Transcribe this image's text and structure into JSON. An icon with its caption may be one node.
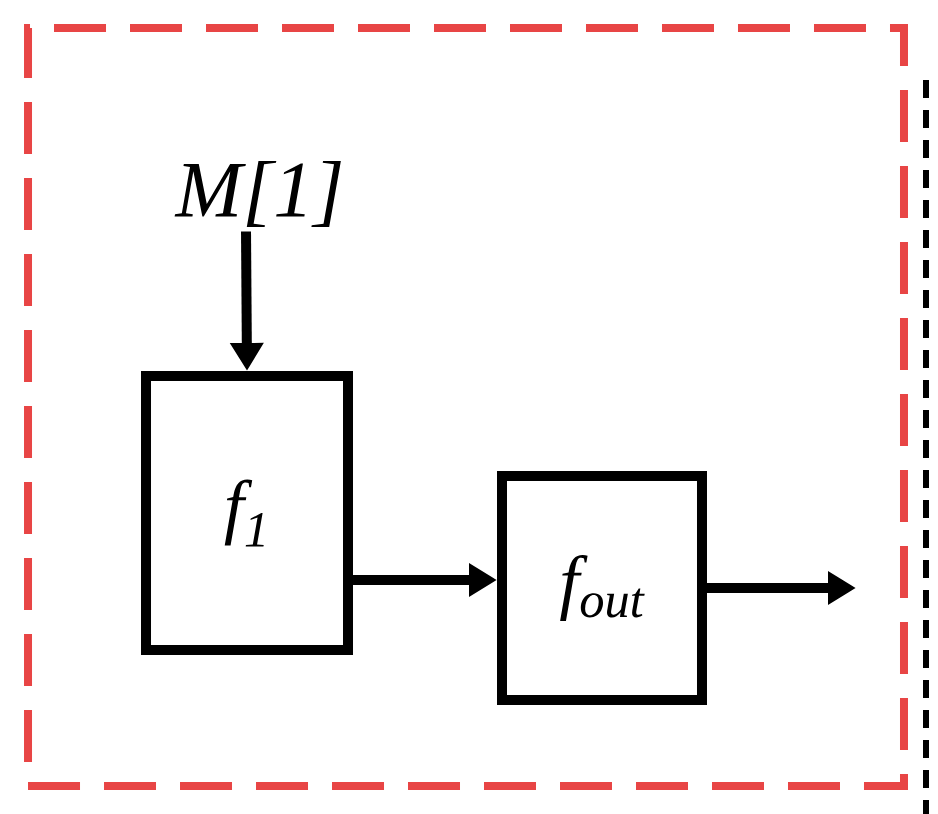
{
  "diagram": {
    "nodes": [
      {
        "text": [],
        "shape": "box"
      },
      {
        "text": [
          "M[1]"
        ],
        "in": 0
      },
      {
        "text": [
          "f$_{1}$"
        ],
        "in": 0
      },
      {
        "text": [
          "f$_{out}$"
        ],
        "in": 0
      }
    ],
    "edges": [
      {
        "from": 1,
        "to": 2,
        "arrow": "to"
      },
      {
        "from": 2,
        "to": 3,
        "arrow": "to"
      },
      {
        "from": 3,
        "to": null,
        "arrow": "to"
      }
    ]
  }
}
